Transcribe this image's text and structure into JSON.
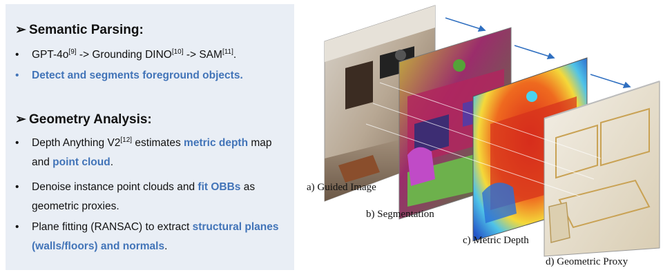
{
  "semantic": {
    "title": "Semantic Parsing:",
    "bullet1": {
      "a": "GPT-4o",
      "ref1": "[9]",
      "b": " -> Grounding DINO",
      "ref2": "[10]",
      "c": " -> SAM",
      "ref3": "[11]",
      "d": "."
    },
    "bullet2": "Detect and segments foreground objects."
  },
  "geometry": {
    "title": "Geometry Analysis:",
    "b1": {
      "a": "Depth Anything V2",
      "ref": "[12]",
      "b": " estimates ",
      "hl1": "metric depth",
      "c": " map and ",
      "hl2": "point cloud",
      "d": "."
    },
    "b2": {
      "a": "Denoise instance point clouds and ",
      "hl": "fit OBBs",
      "b": " as geometric proxies."
    },
    "b3": {
      "a": "Plane fitting (RANSAC) to extract ",
      "hl": "structural planes (walls/floors) and normals",
      "b": "."
    }
  },
  "symbols": {
    "arrow": "➢",
    "dot": "•"
  },
  "captions": {
    "a": "a) Guided Image",
    "b": "b) Segmentation",
    "c": "c) Metric Depth",
    "d": "d) Geometric Proxy"
  },
  "colors": {
    "highlight": "#4274b8",
    "panel": "#e9eef5",
    "arrow": "#2f6fc0"
  }
}
